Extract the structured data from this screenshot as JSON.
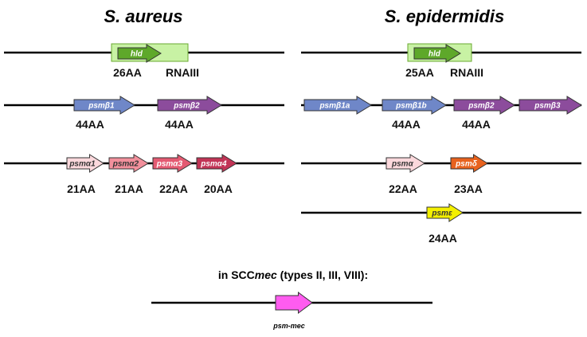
{
  "left": {
    "title": "S. aureus",
    "rows": [
      {
        "rna_box": {
          "color": "#c8f2a4",
          "label": "RNAIII"
        },
        "genes": [
          {
            "label": "hld",
            "color": "#5ea82a",
            "aa": "26AA"
          }
        ]
      },
      {
        "genes": [
          {
            "label": "psmβ1",
            "color": "#6f87c8",
            "aa": "44AA"
          },
          {
            "label": "psmβ2",
            "color": "#8c4c9c",
            "aa": "44AA"
          }
        ]
      },
      {
        "genes": [
          {
            "label": "psmα1",
            "color": "#fbd8dc",
            "aa": "21AA"
          },
          {
            "label": "psmα2",
            "color": "#f2909c",
            "aa": "21AA"
          },
          {
            "label": "psmα3",
            "color": "#e45a72",
            "aa": "22AA"
          },
          {
            "label": "psmα4",
            "color": "#c23456",
            "aa": "20AA"
          }
        ]
      }
    ]
  },
  "right": {
    "title": "S. epidermidis",
    "rows": [
      {
        "rna_box": {
          "color": "#c8f2a4",
          "label": "RNAIII"
        },
        "genes": [
          {
            "label": "hld",
            "color": "#5ea82a",
            "aa": "25AA"
          }
        ]
      },
      {
        "genes": [
          {
            "label": "psmβ1a",
            "color": "#6f87c8",
            "aa": ""
          },
          {
            "label": "psmβ1b",
            "color": "#6f87c8",
            "aa": "44AA"
          },
          {
            "label": "psmβ2",
            "color": "#8c4c9c",
            "aa": "44AA"
          },
          {
            "label": "psmβ3",
            "color": "#8c4c9c",
            "aa": ""
          }
        ]
      },
      {
        "genes": [
          {
            "label": "psmα",
            "color": "#fbd8dc",
            "aa": "22AA"
          },
          {
            "label": "psmδ",
            "color": "#e8621e",
            "aa": "23AA"
          }
        ]
      },
      {
        "genes": [
          {
            "label": "psmε",
            "color": "#f4f000",
            "aa": "24AA"
          }
        ]
      }
    ]
  },
  "scc": {
    "title_prefix": "in SCC",
    "title_italic": "mec",
    "title_suffix": " (types II, III, VIII):",
    "gene": {
      "label": "psm-mec",
      "color": "#ff5cf0"
    }
  }
}
